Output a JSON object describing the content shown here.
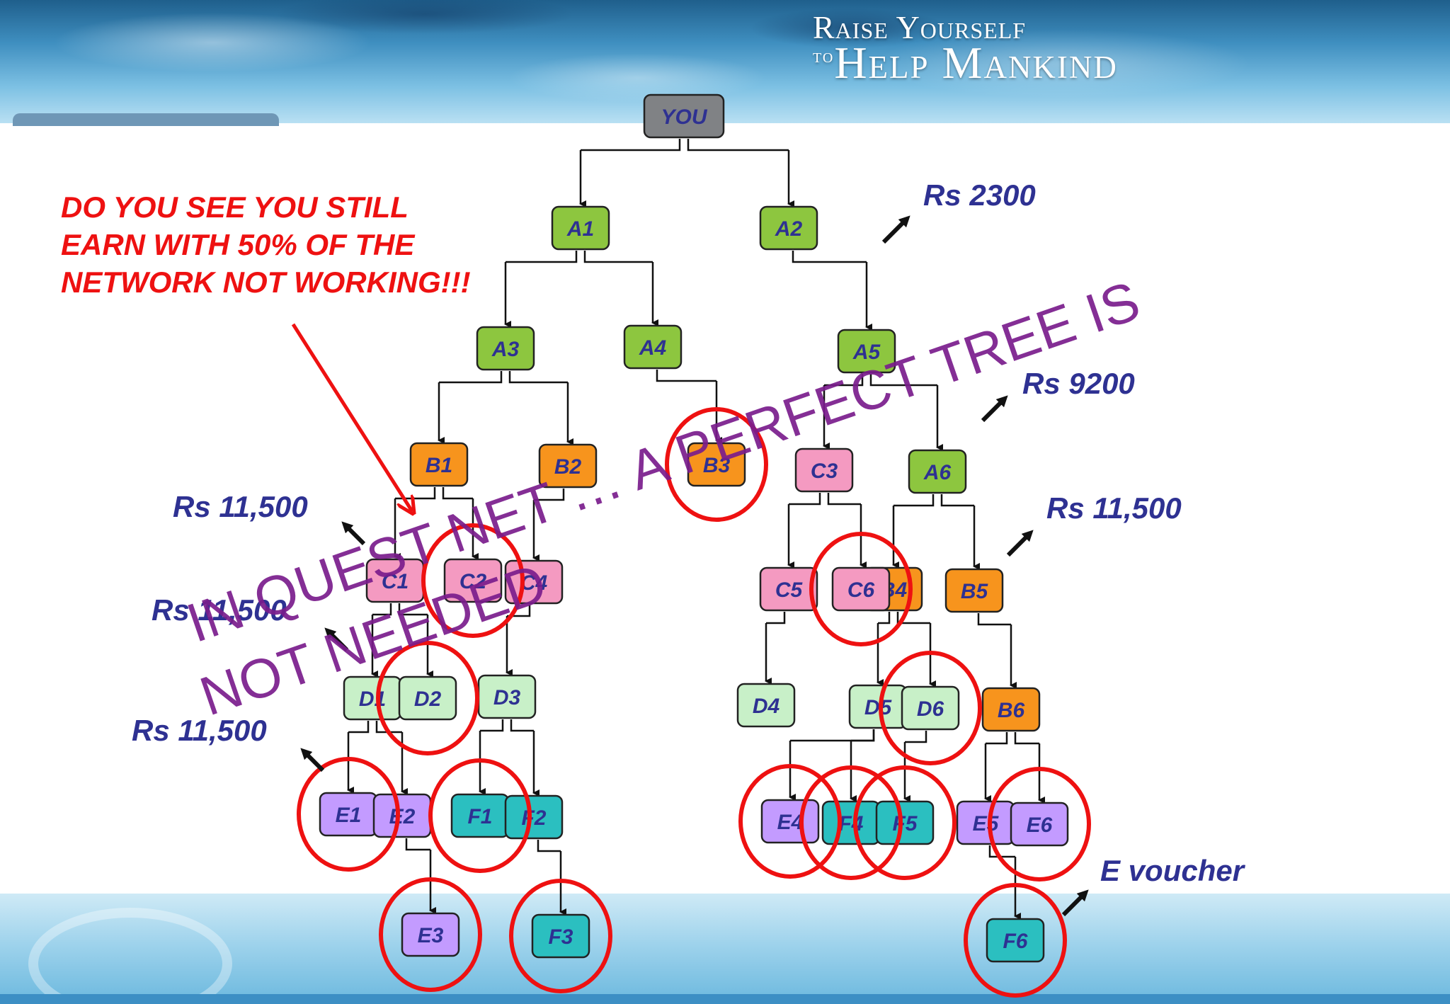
{
  "header": {
    "tagline_line1": "Raise Yourself",
    "tagline_line2_prefix": "to",
    "tagline_line2": "Help Mankind"
  },
  "note": {
    "text": "DO YOU SEE YOU STILL EARN WITH 50% OF THE NETWORK NOT WORKING!!!"
  },
  "watermark": {
    "line1": "IN QUEST NET … A PERFECT TREE IS",
    "line2": "NOT NEEDED"
  },
  "earnings": {
    "rs_2300": "Rs 2300",
    "rs_9200": "Rs 9200",
    "rs_11500_left_top": "Rs 11,500",
    "rs_11500_right": "Rs 11,500",
    "rs_11500_left_mid": "Rs 11,500",
    "rs_11500_left_bottom": "Rs 11,500",
    "e_voucher": "E voucher"
  },
  "colors": {
    "you": "#808285",
    "level_a": "#8dc63f",
    "level_b": "#f7941d",
    "level_c": "#f49ac1",
    "level_d": "#c8f0c8",
    "level_e": "#c39bff",
    "level_f": "#2bbfc0",
    "node_text": "#2e3192",
    "circle": "#ee1111",
    "note": "#ee1111",
    "watermark": "#7a1c8c"
  },
  "nodes": [
    {
      "id": "you",
      "label": "YOU",
      "level": "you"
    },
    {
      "id": "a1",
      "label": "A1",
      "level": "level_a"
    },
    {
      "id": "a2",
      "label": "A2",
      "level": "level_a"
    },
    {
      "id": "a3",
      "label": "A3",
      "level": "level_a"
    },
    {
      "id": "a4",
      "label": "A4",
      "level": "level_a"
    },
    {
      "id": "a5",
      "label": "A5",
      "level": "level_a"
    },
    {
      "id": "a6",
      "label": "A6",
      "level": "level_a"
    },
    {
      "id": "b1",
      "label": "B1",
      "level": "level_b"
    },
    {
      "id": "b2",
      "label": "B2",
      "level": "level_b"
    },
    {
      "id": "b3",
      "label": "B3",
      "level": "level_b"
    },
    {
      "id": "b4",
      "label": "B4",
      "level": "level_b"
    },
    {
      "id": "b5",
      "label": "B5",
      "level": "level_b"
    },
    {
      "id": "b6",
      "label": "B6",
      "level": "level_b"
    },
    {
      "id": "c1",
      "label": "C1",
      "level": "level_c"
    },
    {
      "id": "c2",
      "label": "C2",
      "level": "level_c"
    },
    {
      "id": "c3",
      "label": "C3",
      "level": "level_c"
    },
    {
      "id": "c4",
      "label": "C4",
      "level": "level_c"
    },
    {
      "id": "c5",
      "label": "C5",
      "level": "level_c"
    },
    {
      "id": "c6",
      "label": "C6",
      "level": "level_c"
    },
    {
      "id": "d1",
      "label": "D1",
      "level": "level_d"
    },
    {
      "id": "d2",
      "label": "D2",
      "level": "level_d"
    },
    {
      "id": "d3",
      "label": "D3",
      "level": "level_d"
    },
    {
      "id": "d4",
      "label": "D4",
      "level": "level_d"
    },
    {
      "id": "d5",
      "label": "D5",
      "level": "level_d"
    },
    {
      "id": "d6",
      "label": "D6",
      "level": "level_d"
    },
    {
      "id": "e1",
      "label": "E1",
      "level": "level_e"
    },
    {
      "id": "e2",
      "label": "E2",
      "level": "level_e"
    },
    {
      "id": "e3",
      "label": "E3",
      "level": "level_e"
    },
    {
      "id": "e4",
      "label": "E4",
      "level": "level_e"
    },
    {
      "id": "e5",
      "label": "E5",
      "level": "level_e"
    },
    {
      "id": "e6",
      "label": "E6",
      "level": "level_e"
    },
    {
      "id": "f1",
      "label": "F1",
      "level": "level_f"
    },
    {
      "id": "f2",
      "label": "F2",
      "level": "level_f"
    },
    {
      "id": "f3",
      "label": "F3",
      "level": "level_f"
    },
    {
      "id": "f4",
      "label": "F4",
      "level": "level_f"
    },
    {
      "id": "f5",
      "label": "F5",
      "level": "level_f"
    },
    {
      "id": "f6",
      "label": "F6",
      "level": "level_f"
    }
  ],
  "edges": [
    {
      "from": "you",
      "to": "a1"
    },
    {
      "from": "you",
      "to": "a2"
    },
    {
      "from": "a1",
      "to": "a3"
    },
    {
      "from": "a1",
      "to": "a4"
    },
    {
      "from": "a2",
      "to": "a5"
    },
    {
      "from": "a3",
      "to": "b1"
    },
    {
      "from": "a3",
      "to": "b2"
    },
    {
      "from": "a4",
      "to": "b3"
    },
    {
      "from": "a5",
      "to": "c3"
    },
    {
      "from": "a5",
      "to": "a6"
    },
    {
      "from": "b1",
      "to": "c1"
    },
    {
      "from": "b1",
      "to": "c2"
    },
    {
      "from": "b2",
      "to": "c4"
    },
    {
      "from": "c3",
      "to": "c5"
    },
    {
      "from": "c3",
      "to": "c6"
    },
    {
      "from": "a6",
      "to": "b4"
    },
    {
      "from": "a6",
      "to": "b5"
    },
    {
      "from": "c1",
      "to": "d1"
    },
    {
      "from": "c1",
      "to": "d2"
    },
    {
      "from": "c4",
      "to": "d3"
    },
    {
      "from": "c5",
      "to": "d4"
    },
    {
      "from": "b4",
      "to": "d5"
    },
    {
      "from": "b4",
      "to": "d6"
    },
    {
      "from": "b5",
      "to": "b6"
    },
    {
      "from": "d1",
      "to": "e1"
    },
    {
      "from": "d1",
      "to": "e2"
    },
    {
      "from": "d3",
      "to": "f1"
    },
    {
      "from": "d3",
      "to": "f2"
    },
    {
      "from": "e2",
      "to": "e3"
    },
    {
      "from": "f2",
      "to": "f3"
    },
    {
      "from": "d5",
      "to": "e4"
    },
    {
      "from": "d5",
      "to": "f4"
    },
    {
      "from": "d6",
      "to": "f5"
    },
    {
      "from": "b6",
      "to": "e5"
    },
    {
      "from": "b6",
      "to": "e6"
    },
    {
      "from": "e5",
      "to": "f6"
    }
  ],
  "highlighted": [
    "c2",
    "d2",
    "e1",
    "f1",
    "e3",
    "f3",
    "b3",
    "c6",
    "d6",
    "e4",
    "f4",
    "f5",
    "e6",
    "f6"
  ]
}
